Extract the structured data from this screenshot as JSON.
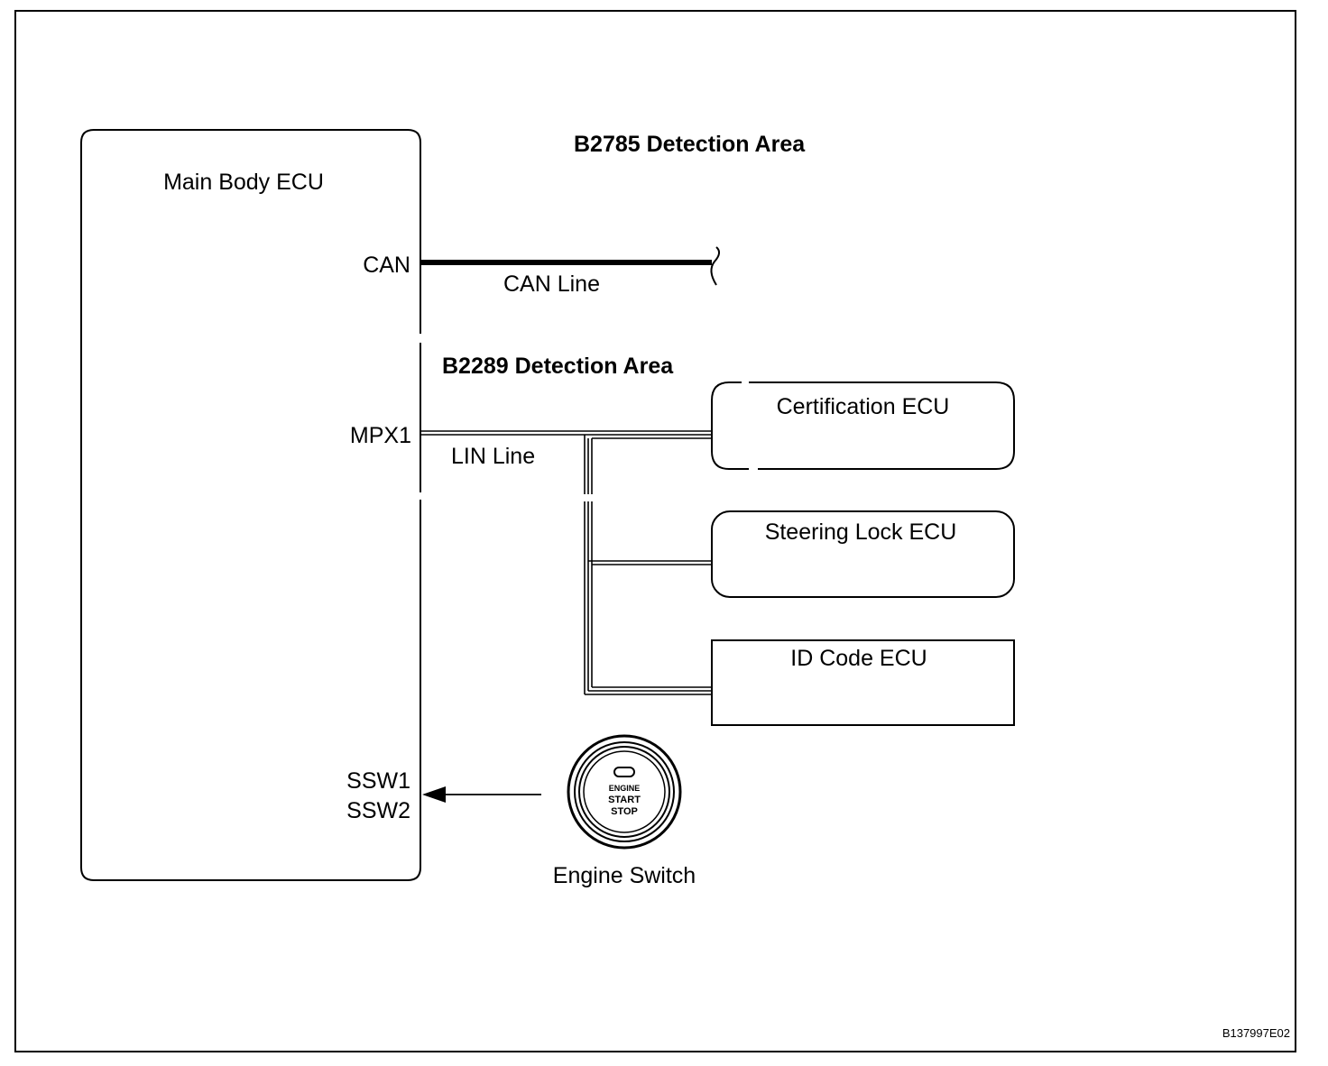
{
  "diagram": {
    "main_ecu": {
      "title": "Main Body ECU",
      "pins": {
        "can": "CAN",
        "mpx1": "MPX1",
        "ssw1": "SSW1",
        "ssw2": "SSW2"
      }
    },
    "areas": {
      "b2785": "B2785 Detection Area",
      "b2289": "B2289 Detection Area"
    },
    "lines": {
      "can": "CAN Line",
      "lin": "LIN Line"
    },
    "ecus": [
      {
        "label": "Certification ECU"
      },
      {
        "label": "Steering Lock ECU"
      },
      {
        "label": "ID Code ECU"
      }
    ],
    "engine_switch": {
      "label": "Engine Switch",
      "button_text": [
        "ENGINE",
        "START",
        "STOP"
      ]
    },
    "figure_code": "B137997E02"
  }
}
